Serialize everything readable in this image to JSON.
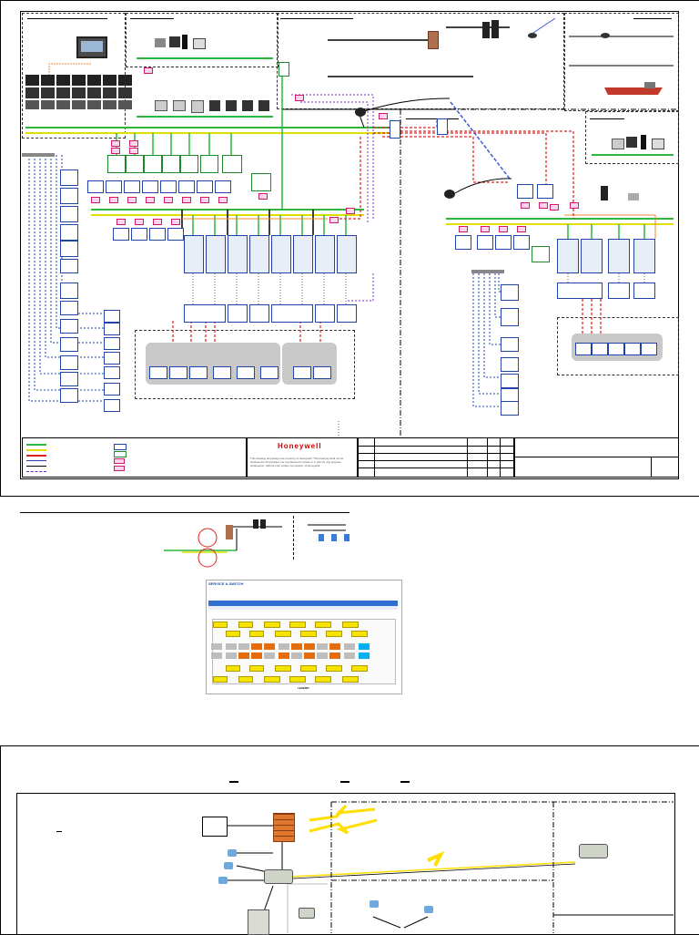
{
  "page": {
    "title": "Network architecture drawing set"
  },
  "sheet1": {
    "title_block": {
      "logo_text": "Honeywell",
      "proprietary_note": "This drawing and design are property of Honeywell. This drawing shall not be disclosed to third parties nor reproduced in whole or in part for any purpose whatsoever, without prior written permission of Honeywell."
    }
  },
  "sheet2": {
    "table": {
      "title": "SERVICE & SWITCH",
      "legend_label": "LEGEND"
    }
  },
  "sheet3": {
    "caption": ""
  },
  "colors": {
    "network_green": "#2db83d",
    "network_yellow": "#e0e000",
    "serial_red": "#e0201f",
    "fibre_purple": "#7a2bd6",
    "orange_link": "#f08a30",
    "box_blue": "#2244aa",
    "panel_gray": "#c9c9c9",
    "logo_red": "#cc0000"
  },
  "icons": [
    "firewall-icon",
    "router-icon",
    "wireless-link-icon",
    "workstation-icon",
    "server-icon",
    "switch-icon",
    "ship-icon",
    "satellite-dish-icon"
  ]
}
